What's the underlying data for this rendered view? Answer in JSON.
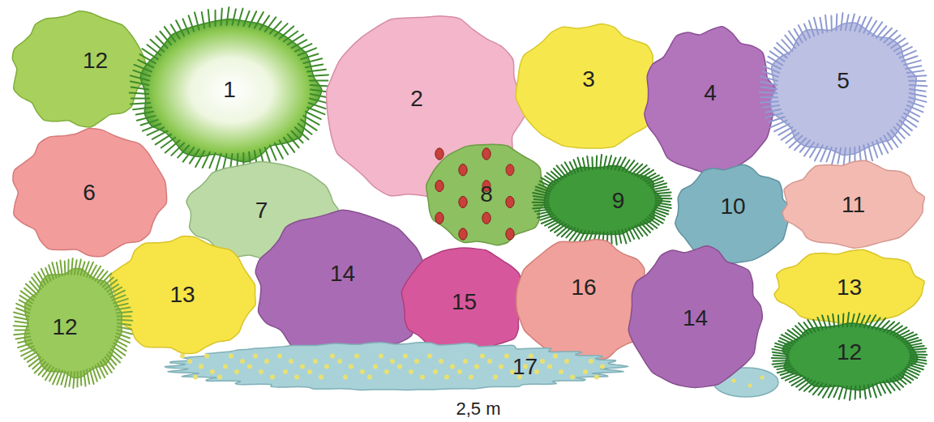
{
  "diagram": {
    "nodes": [
      {
        "text": [
          "12"
        ]
      },
      {
        "text": [
          "1"
        ]
      },
      {
        "text": [
          "2"
        ]
      },
      {
        "text": [
          "3"
        ]
      },
      {
        "text": [
          "4"
        ]
      },
      {
        "text": [
          "5"
        ]
      },
      {
        "text": [
          "6"
        ]
      },
      {
        "text": [
          "7"
        ]
      },
      {
        "text": [
          "8"
        ]
      },
      {
        "text": [
          "9"
        ]
      },
      {
        "text": [
          "10"
        ]
      },
      {
        "text": [
          "11"
        ]
      },
      {
        "text": [
          "13"
        ]
      },
      {
        "text": [
          "14"
        ]
      },
      {
        "text": [
          "15"
        ]
      },
      {
        "text": [
          "16"
        ]
      },
      {
        "text": [
          "14"
        ]
      },
      {
        "text": [
          "13"
        ]
      },
      {
        "text": [
          "12"
        ]
      },
      {
        "text": [
          "12"
        ]
      },
      {
        "text": [
          "17"
        ]
      }
    ],
    "labels": [
      "2,5 m"
    ]
  }
}
